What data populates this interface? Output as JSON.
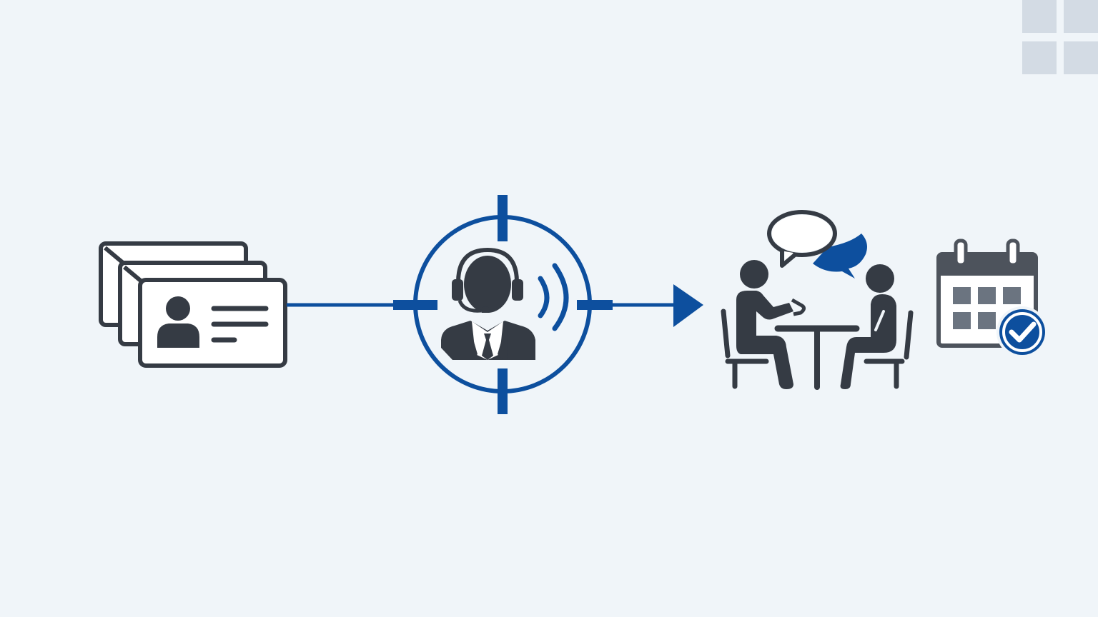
{
  "diagram": {
    "type": "process-flow",
    "steps": [
      {
        "id": "contact-cards",
        "icon": "contact-cards-icon"
      },
      {
        "id": "targeted-call",
        "icon": "headset-agent-target-icon"
      },
      {
        "id": "meeting",
        "icon": "meeting-conversation-icon"
      },
      {
        "id": "scheduled",
        "icon": "calendar-check-icon"
      }
    ],
    "connectors": [
      "cards-to-target-line",
      "target-to-meeting-arrow"
    ]
  },
  "colors": {
    "background": "#f0f5f9",
    "accent_blue": "#0d4f9e",
    "icon_dark": "#353b44",
    "calendar_dark": "#4d535c",
    "calendar_cell": "#6b7480",
    "corner_tile": "#d3dbe4"
  }
}
